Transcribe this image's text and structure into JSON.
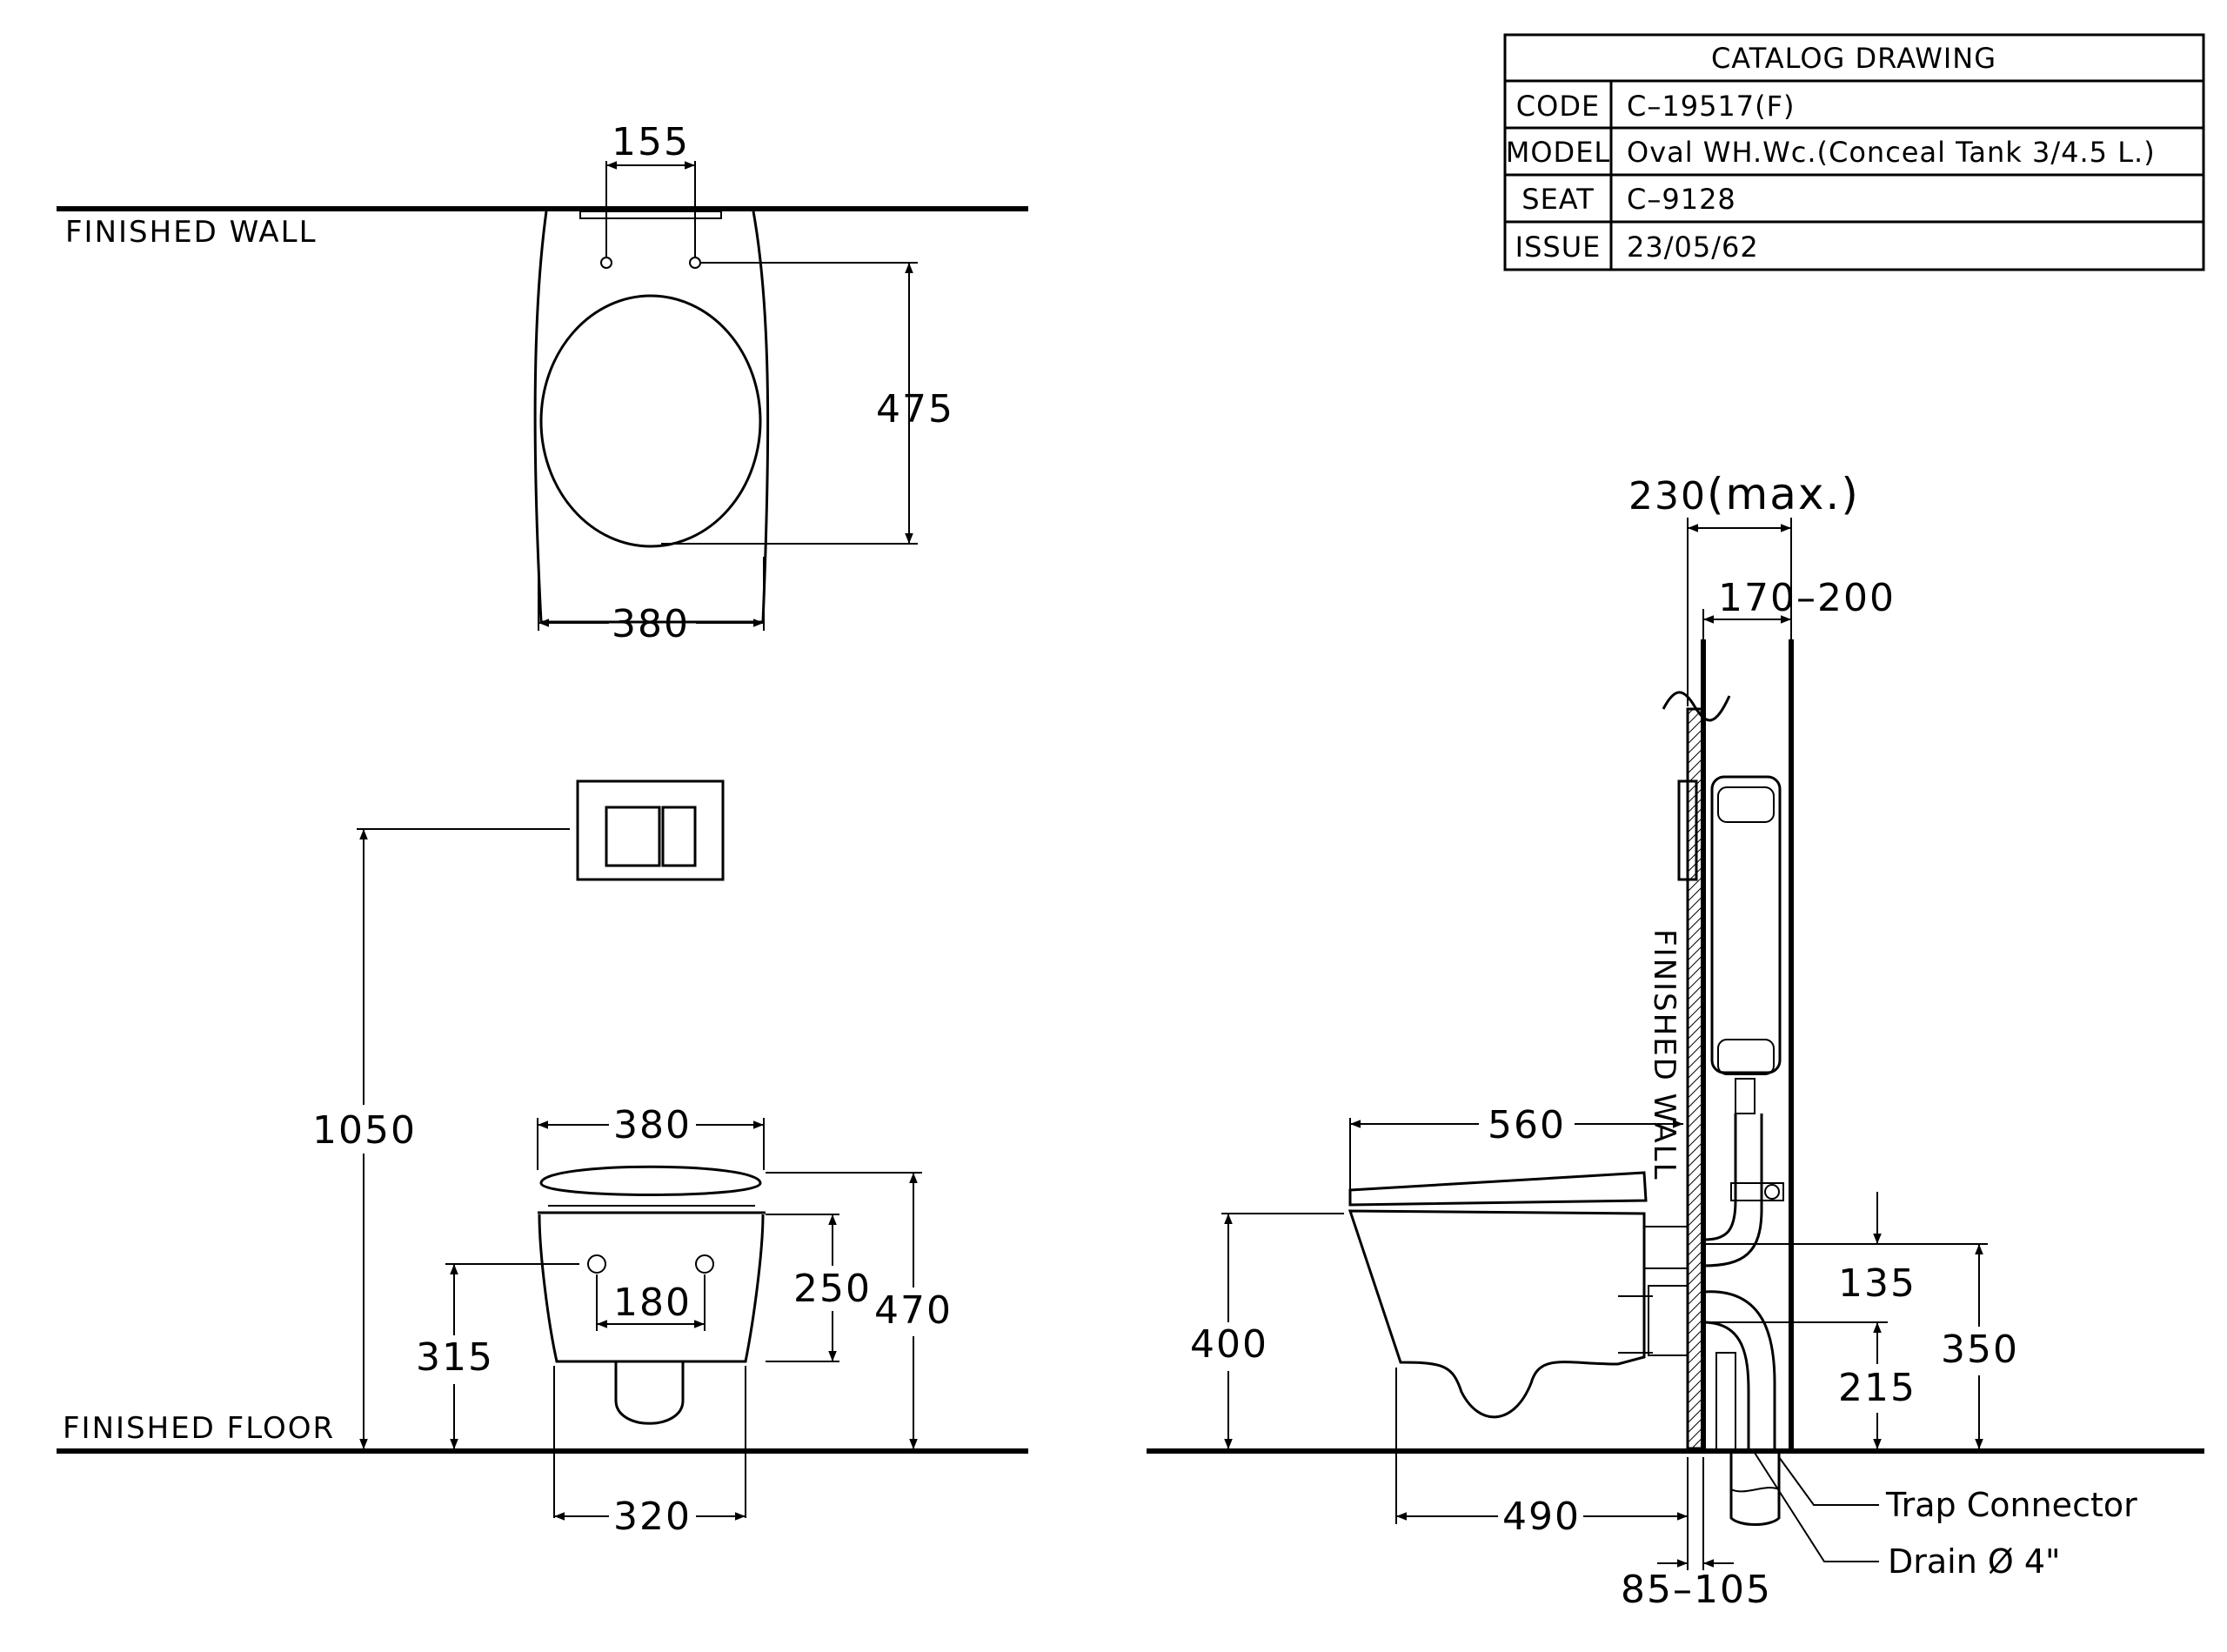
{
  "title_block": {
    "header": "CATALOG  DRAWING",
    "rows": [
      {
        "key": "CODE",
        "value": "C–19517(F)"
      },
      {
        "key": "MODEL",
        "value": "Oval  WH.Wc.(Conceal  Tank  3/4.5  L.)"
      },
      {
        "key": "SEAT",
        "value": "C–9128"
      },
      {
        "key": "ISSUE",
        "value": "23/05/62"
      }
    ]
  },
  "labels": {
    "finished_wall_top": "FINISHED  WALL",
    "finished_floor": "FINISHED  FLOOR",
    "finished_wall_vertical": "FINISHED  WALL",
    "trap_connector": "Trap Connector",
    "drain": "Drain Ø 4\""
  },
  "top_view": {
    "dim_width_top": "155",
    "dim_depth": "475",
    "dim_width": "380"
  },
  "front_view": {
    "dim_flush_height": "1050",
    "dim_width": "380",
    "dim_bolt_spacing": "180",
    "dim_bolt_height": "315",
    "dim_bowl_height": "250",
    "dim_total_height": "470",
    "dim_base_width": "320"
  },
  "side_view": {
    "dim_frame_max": "230",
    "dim_frame_max_suffix": "(max.)",
    "dim_frame_range": "170–200",
    "dim_projection": "560",
    "dim_rim_height": "400",
    "dim_base_depth": "490",
    "dim_upper_pipe": "135",
    "dim_lower_pipe": "215",
    "dim_pipe_total": "350",
    "dim_wall_offset": "85–105"
  }
}
